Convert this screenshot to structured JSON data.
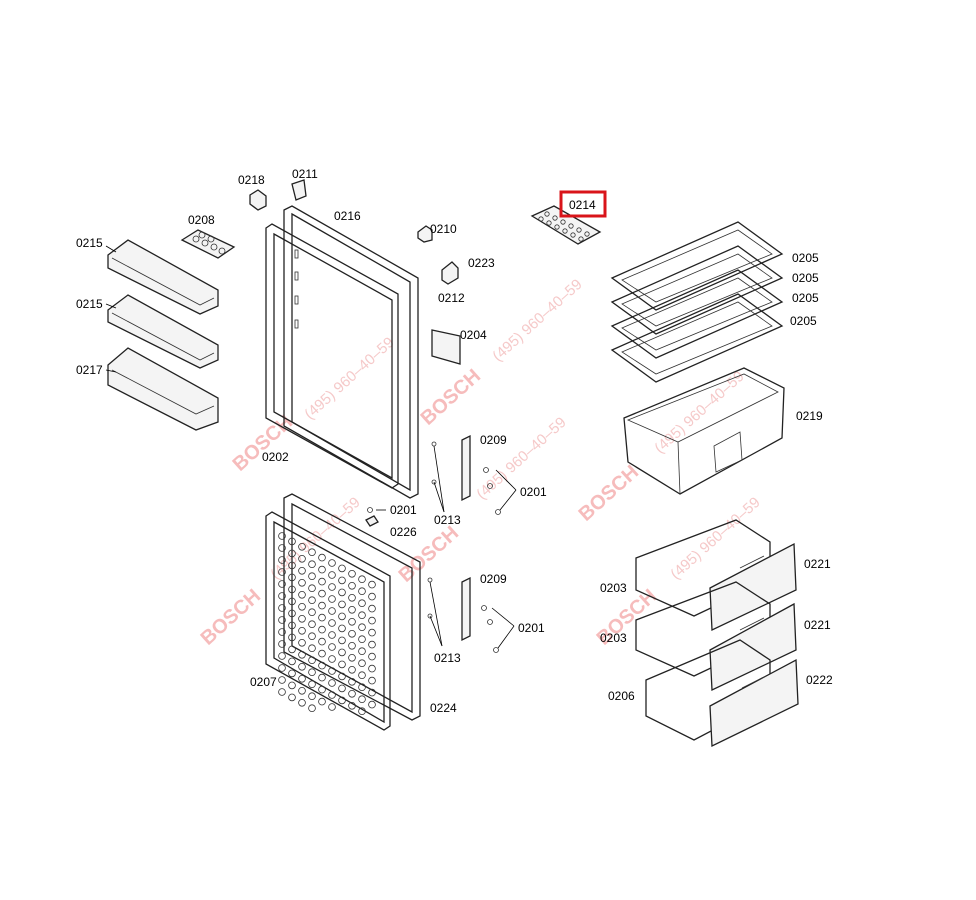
{
  "diagram": {
    "highlight_color": "#d9141a",
    "watermark_color": "#f4a6a6",
    "highlighted_part": "0214",
    "watermarks": {
      "brand": "BOSCH",
      "phone": "(495) 960–40–59"
    },
    "labels": {
      "p0218": "0218",
      "p0211": "0211",
      "p0216": "0216",
      "p0210": "0210",
      "p0214": "0214",
      "p0208": "0208",
      "p0215a": "0215",
      "p0215b": "0215",
      "p0217": "0217",
      "p0223": "0223",
      "p0212": "0212",
      "p0204": "0204",
      "p0202": "0202",
      "p0205a": "0205",
      "p0205b": "0205",
      "p0205c": "0205",
      "p0205d": "0205",
      "p0219": "0219",
      "p0209a": "0209",
      "p0201a": "0201",
      "p0201b": "0201",
      "p0226": "0226",
      "p0213a": "0213",
      "p0221a": "0221",
      "p0203a": "0203",
      "p0209b": "0209",
      "p0201c": "0201",
      "p0213b": "0213",
      "p0221b": "0221",
      "p0203b": "0203",
      "p0207": "0207",
      "p0222": "0222",
      "p0206": "0206",
      "p0224": "0224"
    }
  }
}
